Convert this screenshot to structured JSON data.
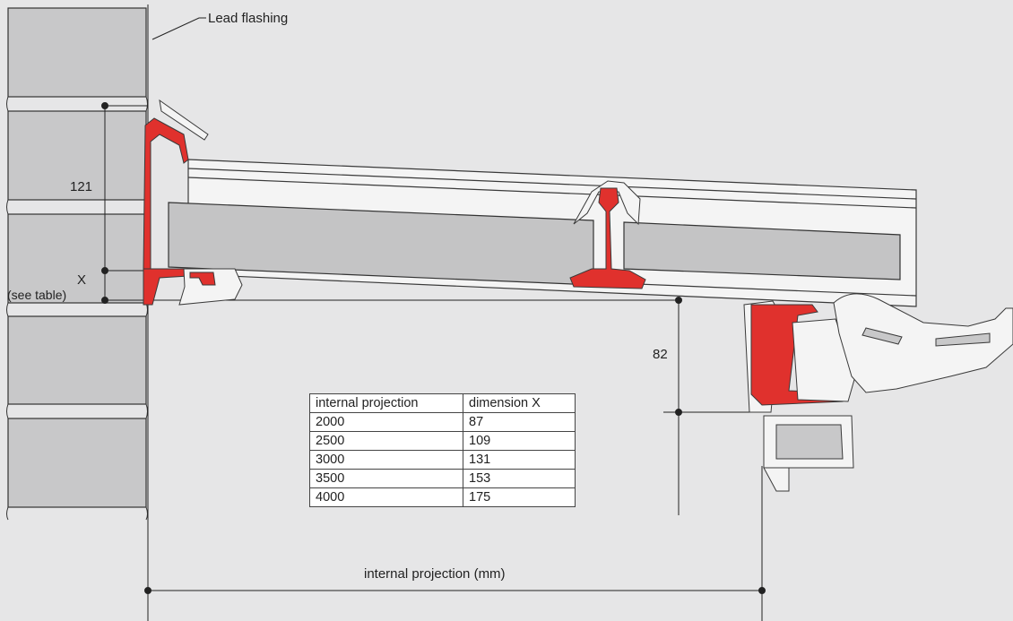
{
  "labels": {
    "lead_flashing": "Lead flashing",
    "dim_121": "121",
    "dim_x": "X",
    "see_table": "(see table)",
    "dim_82": "82",
    "internal_projection": "internal projection (mm)"
  },
  "table": {
    "headers": [
      "internal projection",
      "dimension X"
    ],
    "rows": [
      [
        "2000",
        "87"
      ],
      [
        "2500",
        "109"
      ],
      [
        "3000",
        "131"
      ],
      [
        "3500",
        "153"
      ],
      [
        "4000",
        "175"
      ]
    ]
  },
  "colors": {
    "background": "#e6e6e7",
    "brick": "#c8c8c9",
    "glazing": "#c4c4c5",
    "profile_red": "#e0312d",
    "profile_outline": "#3a3a3a",
    "line": "#222222"
  }
}
